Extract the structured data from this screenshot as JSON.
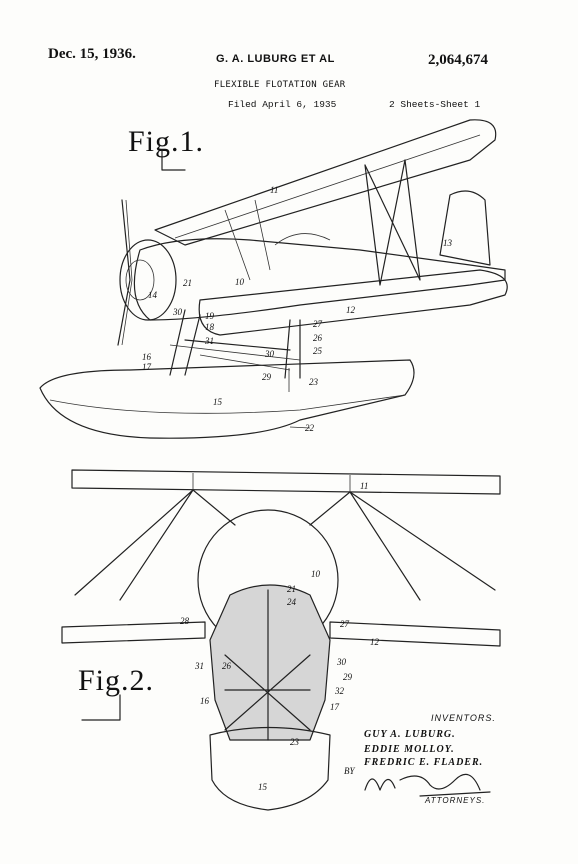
{
  "header": {
    "date": "Dec. 15, 1936.",
    "inventor": "G. A. LUBURG ET AL",
    "patent_number": "2,064,674",
    "title": "FLEXIBLE FLOTATION GEAR",
    "filed": "Filed April 6, 1935",
    "sheets": "2 Sheets-Sheet 1"
  },
  "figures": {
    "fig1_label": "Fig.1.",
    "fig2_label": "Fig.2."
  },
  "fig1_refs": [
    "11",
    "13",
    "10",
    "14",
    "12",
    "21",
    "30",
    "19",
    "18",
    "27",
    "26",
    "25",
    "31",
    "30",
    "29",
    "16",
    "17",
    "23",
    "15",
    "22"
  ],
  "fig2_refs": [
    "11",
    "10",
    "21",
    "24",
    "28",
    "27",
    "12",
    "31",
    "26",
    "30",
    "29",
    "32",
    "16",
    "17",
    "23",
    "15"
  ],
  "inventors": {
    "heading": "INVENTORS.",
    "names": [
      "GUY A. LUBURG.",
      "EDDIE MOLLOY.",
      "FREDRIC E. FLADER."
    ],
    "by": "BY",
    "attorneys": "ATTORNEYS."
  }
}
